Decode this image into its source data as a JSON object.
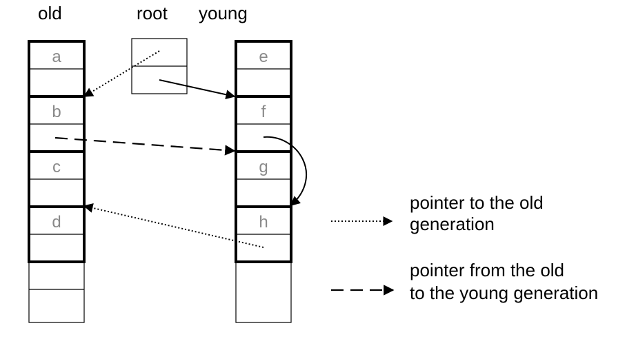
{
  "columns": {
    "old": "old",
    "root": "root",
    "young": "young"
  },
  "old_cells": [
    "a",
    "b",
    "c",
    "d"
  ],
  "young_cells": [
    "e",
    "f",
    "g",
    "h"
  ],
  "legend": {
    "dotted_line1": "pointer to the old",
    "dotted_line2": "generation",
    "dashed_line1": "pointer from the old",
    "dashed_line2": "to the young generation"
  }
}
